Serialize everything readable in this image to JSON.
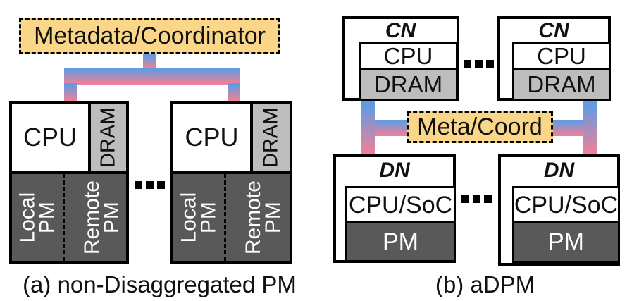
{
  "colors": {
    "coordinator_fill": "#FAD689",
    "dram_fill": "#BDBDBD",
    "pm_fill": "#595959",
    "bus_blue": "#5E9CE4",
    "bus_pink": "#EE8098",
    "border": "#000000",
    "pm_text": "#FFFFFF"
  },
  "diagram_a": {
    "caption": "(a) non-Disaggregated PM",
    "coordinator_label": "Metadata/Coordinator",
    "ellipsis": "...",
    "nodes": [
      {
        "cpu": "CPU",
        "dram": "DRAM",
        "local_pm": "Local\nPM",
        "remote_pm": "Remote\nPM"
      },
      {
        "cpu": "CPU",
        "dram": "DRAM",
        "local_pm": "Local\nPM",
        "remote_pm": "Remote\nPM"
      }
    ]
  },
  "diagram_b": {
    "caption": "(b) aDPM",
    "coordinator_label": "Meta/Coord",
    "ellipsis": "...",
    "compute_nodes": [
      {
        "title": "CN",
        "cpu": "CPU",
        "dram": "DRAM"
      },
      {
        "title": "CN",
        "cpu": "CPU",
        "dram": "DRAM"
      }
    ],
    "data_nodes": [
      {
        "title": "DN",
        "cpu": "CPU/SoC",
        "pm": "PM"
      },
      {
        "title": "DN",
        "cpu": "CPU/SoC",
        "pm": "PM"
      }
    ]
  }
}
